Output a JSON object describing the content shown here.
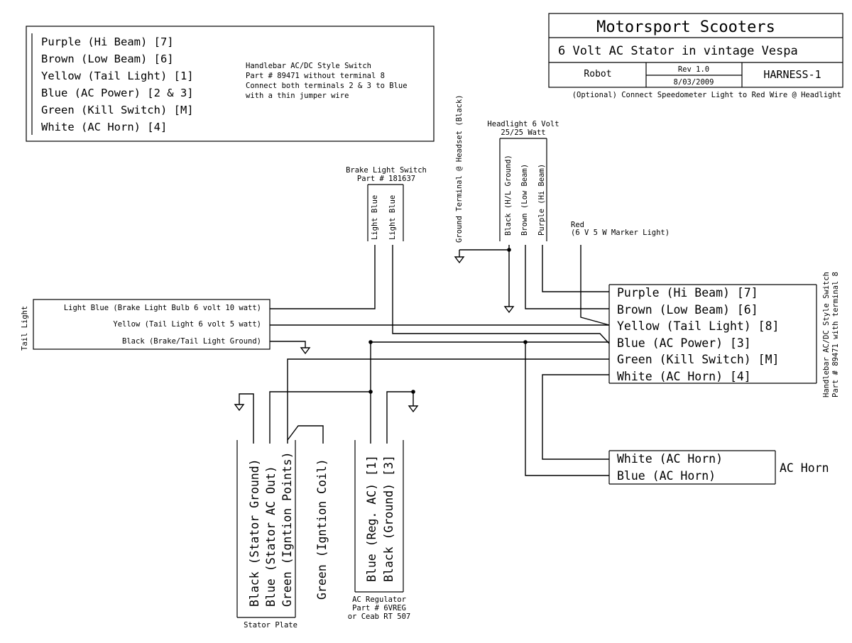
{
  "title_block": {
    "company": "Motorsport Scooters",
    "subtitle": "6 Volt AC Stator in vintage Vespa",
    "author": "Robot",
    "rev": "Rev 1.0",
    "date": "8/03/2009",
    "drawing_id": "HARNESS-1",
    "note": "(Optional) Connect Speedometer Light to Red Wire @ Headlight"
  },
  "legend": {
    "items": [
      "Purple (Hi Beam) [7]",
      "Brown (Low Beam) [6]",
      "Yellow (Tail Light) [1]",
      "Blue (AC Power) [2 & 3]",
      "Green (Kill Switch) [M]",
      "White (AC Horn) [4]"
    ],
    "note": [
      "Handlebar AC/DC Style Switch",
      "Part # 89471 without terminal 8",
      "Connect both terminals 2 & 3 to Blue",
      "with a thin jumper wire"
    ]
  },
  "brake_switch": {
    "title": [
      "Brake Light Switch",
      "Part # 181637"
    ],
    "wires": [
      "Light Blue",
      "Light Blue"
    ]
  },
  "ground_terminal": "Ground Terminal @ Headset (Black)",
  "headlight": {
    "title": [
      "Headlight 6 Volt",
      "25/25 Watt"
    ],
    "wires": [
      "Black (H/L Ground)",
      "Brown (Low Beam)",
      "Purple (Hi Beam)"
    ]
  },
  "marker": [
    "Red",
    "(6 V 5 W Marker Light)"
  ],
  "tail_light": {
    "label": "Tail Light",
    "wires": [
      "Light Blue (Brake Light Bulb 6 volt 10 watt)",
      "Yellow (Tail Light 6 volt 5 watt)",
      "Black (Brake/Tail Light Ground)"
    ]
  },
  "handlebar_switch": {
    "label": [
      "Handlebar AC/DC Style Switch",
      "Part # 89471 with terminal 8"
    ],
    "wires": [
      "Purple (Hi Beam) [7]",
      "Brown (Low Beam) [6]",
      "Yellow (Tail Light) [8]",
      "Blue (AC Power) [3]",
      "Green (Kill Switch) [M]",
      "White (AC Horn) [4]"
    ]
  },
  "horn": {
    "label": "AC Horn",
    "wires": [
      "White (AC Horn)",
      "Blue (AC Horn)"
    ]
  },
  "stator": {
    "label": "Stator Plate",
    "wires": [
      "Black (Stator Ground)",
      "Blue (Stator AC Out)",
      "Green (Igntion Points)"
    ]
  },
  "ignition_coil": "Green (Igntion Coil)",
  "regulator": {
    "label": [
      "AC Regulator",
      "Part # 6VREG",
      "or Ceab RT 507"
    ],
    "wires": [
      "Blue (Reg. AC) [1]",
      "Black (Ground) [3]"
    ]
  }
}
